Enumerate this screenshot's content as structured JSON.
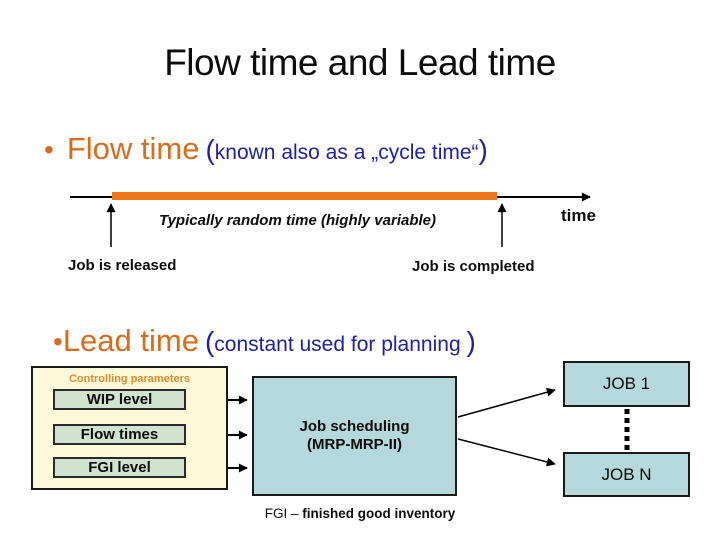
{
  "title": "Flow time and Lead time",
  "flow_bullet": {
    "bullet": "•",
    "term": "Flow time",
    "open_paren": "(",
    "qualifier": "known also as a „cycle time“",
    "close_paren": ")"
  },
  "timeline": {
    "annotation": "Typically random time (highly variable)",
    "axis_label": "time",
    "start_label": "Job is released",
    "end_label": "Job is completed"
  },
  "lead_bullet": {
    "bullet": "•",
    "term": "Lead time",
    "open_paren": "(",
    "qualifier": "constant used for planning ",
    "close_paren": ")"
  },
  "diagram": {
    "controls_title": "Controlling parameters",
    "parameters": [
      "WIP level",
      "Flow times",
      "FGI level"
    ],
    "scheduler_line1": "Job scheduling",
    "scheduler_line2": "(MRP-MRP-II)",
    "job_first": "JOB 1",
    "job_last": "JOB N",
    "footnote_prefix": "FGI – ",
    "footnote_text": "finished good inventory"
  },
  "colors": {
    "term_orange": "#d96c1a",
    "bar_orange": "#f0761a",
    "qualifier_navy": "#2020a0",
    "controls_fill": "#fbf9d8",
    "controls_label_orange": "#dd8c2e",
    "param_fill": "#cfe3cf",
    "scheduler_fill": "#b5d8da",
    "job_fill": "#b5d8da",
    "line_black": "#000000"
  }
}
